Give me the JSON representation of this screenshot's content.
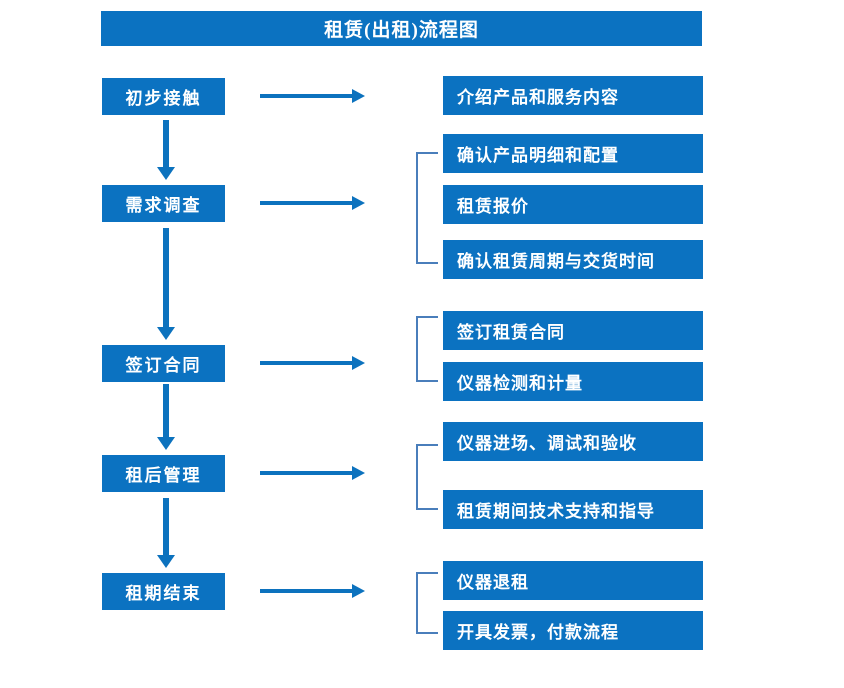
{
  "title": "租赁(出租)流程图",
  "colors": {
    "box_blue": "#0B72C1",
    "arrow_blue": "#0C72BE",
    "bracket_blue": "#4A7EBB",
    "text_white": "#FFFFFF",
    "background": "#FFFFFF"
  },
  "stages": [
    {
      "label": "初步接触"
    },
    {
      "label": "需求调查"
    },
    {
      "label": "签订合同"
    },
    {
      "label": "租后管理"
    },
    {
      "label": "租期结束"
    }
  ],
  "details": [
    {
      "label": "介绍产品和服务内容"
    },
    {
      "label": "确认产品明细和配置"
    },
    {
      "label": "租赁报价"
    },
    {
      "label": "确认租赁周期与交货时间"
    },
    {
      "label": "签订租赁合同"
    },
    {
      "label": "仪器检测和计量"
    },
    {
      "label": "仪器进场、调试和验收"
    },
    {
      "label": "租赁期间技术支持和指导"
    },
    {
      "label": "仪器退租"
    },
    {
      "label": "开具发票，付款流程"
    }
  ]
}
